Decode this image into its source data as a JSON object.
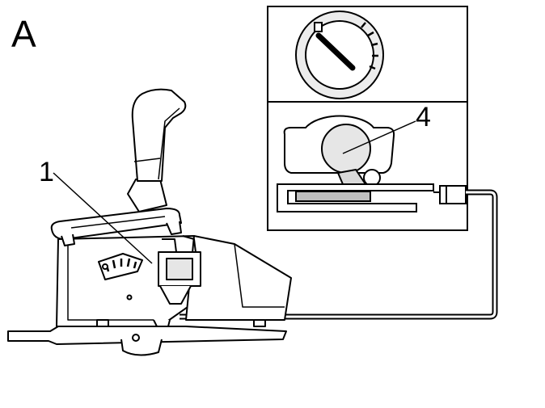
{
  "figure": {
    "panel_label": "A",
    "callouts": [
      {
        "id": "1",
        "text": "1"
      },
      {
        "id": "4",
        "text": "4"
      }
    ]
  },
  "colors": {
    "line": "#000000",
    "background": "#ffffff",
    "shade_light": "#e6e6e6",
    "shade_mid": "#bfbfbf"
  },
  "icons": {
    "ignition": "ignition-lock-dial-icon"
  }
}
